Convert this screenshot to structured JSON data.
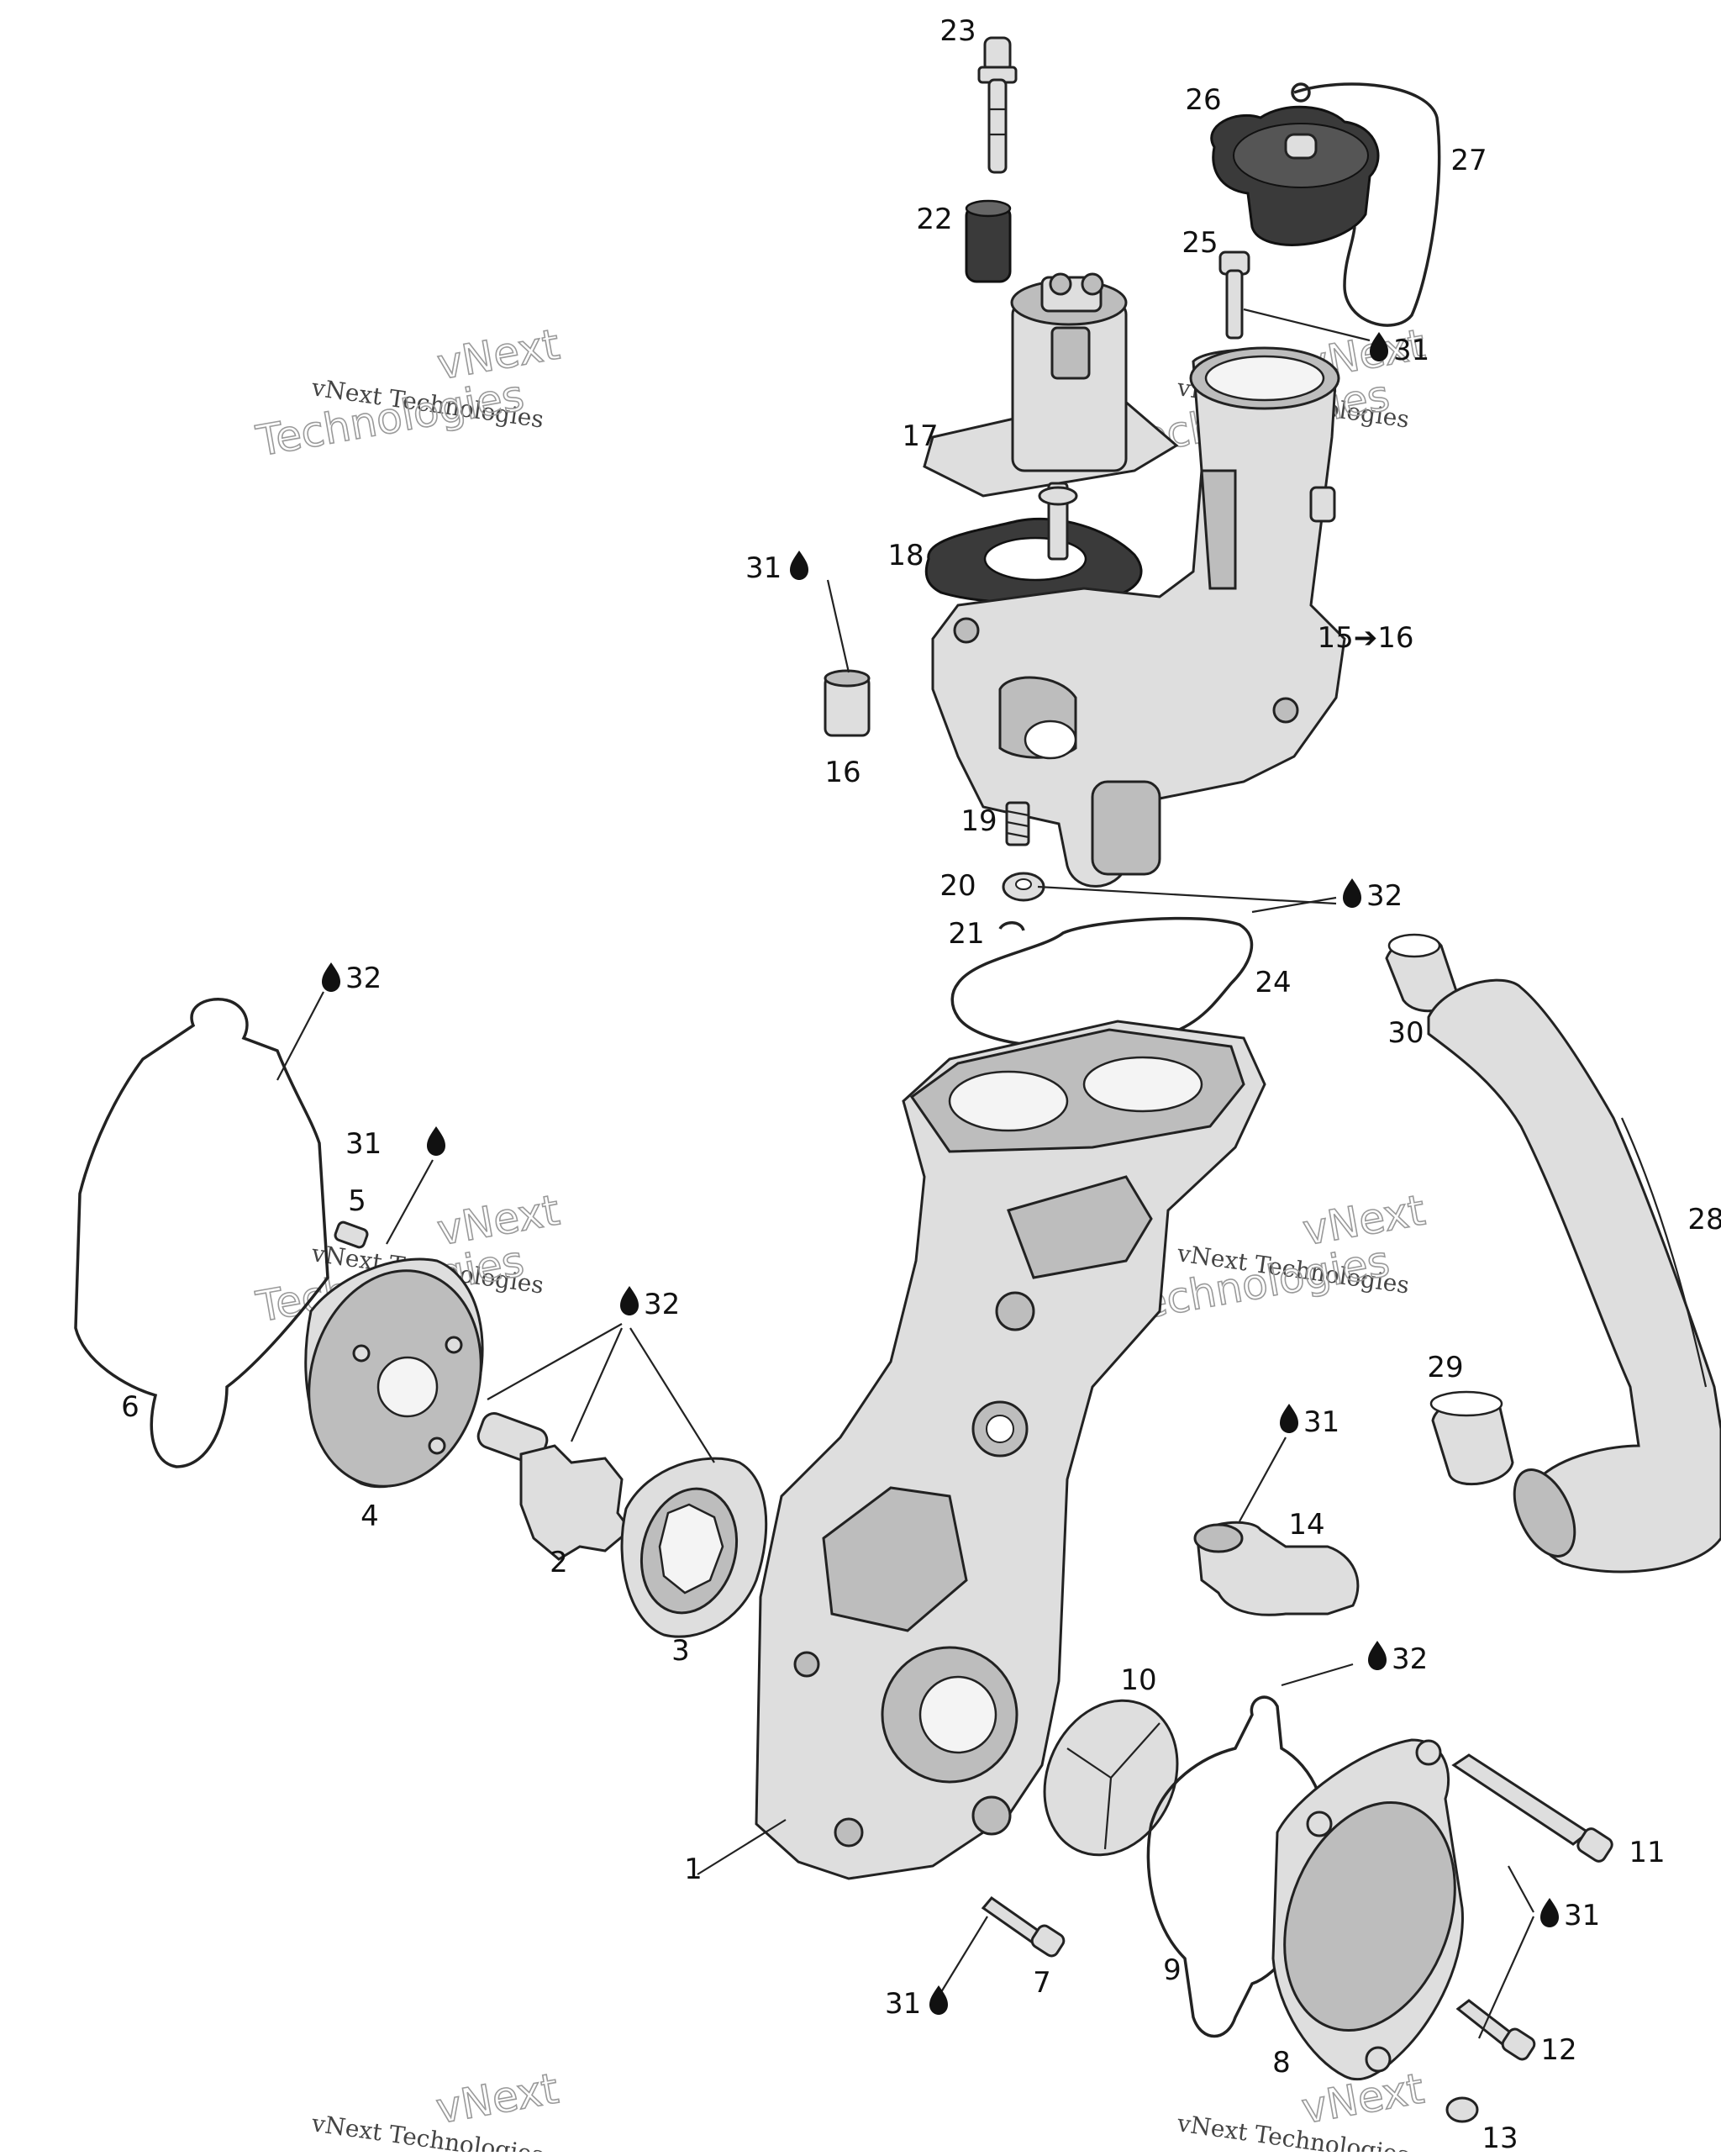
{
  "callouts": [
    {
      "label": "1"
    },
    {
      "label": "2"
    },
    {
      "label": "3"
    },
    {
      "label": "4"
    },
    {
      "label": "5"
    },
    {
      "label": "6"
    },
    {
      "label": "7"
    },
    {
      "label": "8"
    },
    {
      "label": "9"
    },
    {
      "label": "10"
    },
    {
      "label": "11"
    },
    {
      "label": "12"
    },
    {
      "label": "13"
    },
    {
      "label": "14"
    },
    {
      "label": "15➔16"
    },
    {
      "label": "16"
    },
    {
      "label": "17"
    },
    {
      "label": "18"
    },
    {
      "label": "19"
    },
    {
      "label": "20"
    },
    {
      "label": "21"
    },
    {
      "label": "22"
    },
    {
      "label": "23"
    },
    {
      "label": "24"
    },
    {
      "label": "25"
    },
    {
      "label": "26"
    },
    {
      "label": "27"
    },
    {
      "label": "28"
    },
    {
      "label": "29"
    },
    {
      "label": "30"
    }
  ],
  "lubricant_refs": [
    {
      "label": "31"
    },
    {
      "label": "31"
    },
    {
      "label": "31"
    },
    {
      "label": "31"
    },
    {
      "label": "31"
    },
    {
      "label": "31"
    },
    {
      "label": "32"
    },
    {
      "label": "32"
    },
    {
      "label": "32"
    },
    {
      "label": "32"
    }
  ],
  "watermark": {
    "line_small": "vNext Technologies",
    "line_big_1": "vNext",
    "line_big_2": "Technologies"
  },
  "icons": {
    "lubricant": "oil-drop-icon"
  }
}
